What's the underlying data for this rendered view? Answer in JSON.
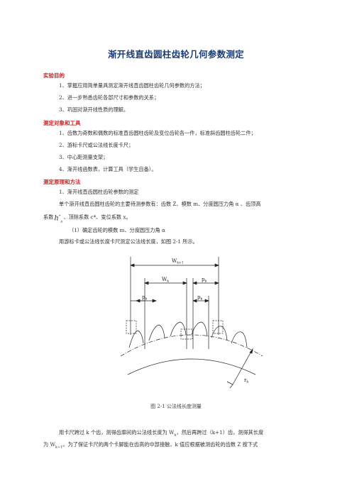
{
  "title": "渐开线直齿圆柱齿轮几何参数测定",
  "sections": {
    "purpose": {
      "heading": "实验目的",
      "items": [
        "1、掌握应用简单量具测定渐开线直齿圆柱齿轮几何参数的方法；",
        "2、进一步熟悉齿轮各部尺寸和参数的关系；",
        "3、巩固对渐开线性质的理解。"
      ]
    },
    "objects": {
      "heading": "测定对象和工具",
      "items": [
        "1、齿数为奇数和偶数的标准直齿圆柱齿轮及变位齿轮各一件，标准斜齿圆柱齿轮二件；",
        "2、游标卡尺或公法线长度卡尺；",
        "3、中心距测量支架；",
        "4、渐开线函数表，计算工具（学生自备）。"
      ]
    },
    "principle": {
      "heading": "测定原理和方法",
      "sub1": "1、渐开线直齿圆柱齿轮参数的测定",
      "para1a": "单个渐开线直齿圆柱齿轮的主要待测参数有：齿数 Z、模数 m、分度圆压力角 α 、齿顶高",
      "para1b_pre": "系数",
      "para1b_sym": "h",
      "para1b_sup": "*",
      "para1b_sub": "a",
      "para1b_post": "、顶隙系数 c*、变位系数 x。",
      "step1": "（1）确定齿轮的模数 m、分度圆压力角 α",
      "para2": "用游标卡或公法线长度卡尺测定公法线长度，如图 2-1 所示。"
    }
  },
  "figure": {
    "labels": {
      "wk1": "W",
      "wk1_sub": "k+1",
      "wk": "W",
      "wk_sub": "k",
      "pb": "p",
      "pb_sub": "b",
      "rb": "r",
      "rb_sub": "b"
    },
    "caption": "图 2-1  公法线长度测量"
  },
  "bottom": {
    "line1": "用卡尺跨过 k 个齿，测得齿廓间的公法线长度为 W",
    "line1_sub": "k",
    "line1_post": "，然后再跨过（k+1）齿，测得其长度",
    "line2_pre": "为 W",
    "line2_sub": "k+1",
    "line2_post": "。为了保证卡尺的两个卡脚能在齿高的中部接触，k 值应根据被测齿轮的齿数 Z 按下式"
  }
}
